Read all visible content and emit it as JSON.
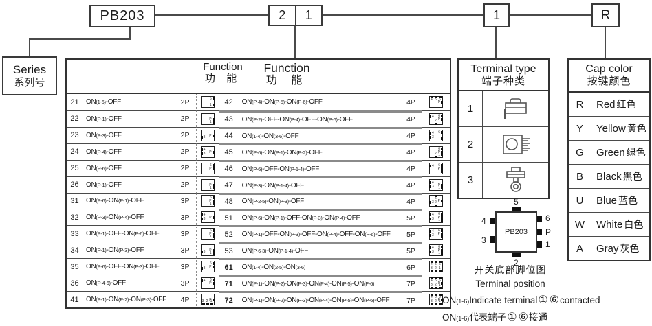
{
  "top": {
    "series_code": "PB203",
    "function_digit_left": "2",
    "function_digit_right": "1",
    "terminal_digit": "1",
    "cap_letter": "R"
  },
  "series_box": {
    "en": "Series",
    "zh": "系列号"
  },
  "function_table": {
    "headers": [
      {
        "en": "Function",
        "zh": "功  能"
      },
      {
        "en": "Function",
        "zh": "功  能"
      }
    ],
    "left_rows": [
      {
        "code": "21",
        "func": "ON(1-6)-OFF",
        "poles": "2P",
        "pins": {
          "right": [
            "6",
            "1"
          ]
        }
      },
      {
        "code": "22",
        "func": "ON(P-1)-OFF",
        "poles": "2P",
        "pins": {
          "right": [
            "P",
            "1"
          ]
        }
      },
      {
        "code": "23",
        "func": "ON(P-3)-OFF",
        "poles": "2P",
        "pins": {
          "left": [
            "3"
          ],
          "right": [
            "P"
          ]
        }
      },
      {
        "code": "24",
        "func": "ON(P-4)-OFF",
        "poles": "2P",
        "pins": {
          "left": [
            "4",
            "3"
          ],
          "right": [
            "P"
          ]
        }
      },
      {
        "code": "25",
        "func": "ON(P-6)-OFF",
        "poles": "2P",
        "pins": {
          "right": [
            "6",
            "P"
          ]
        }
      },
      {
        "code": "26",
        "func": "ON(P-1)-OFF",
        "poles": "2P",
        "pins": {
          "right": [
            "P",
            "1"
          ]
        }
      },
      {
        "code": "31",
        "func": "ON(P-6)-ON(P-1)-OFF",
        "poles": "3P",
        "pins": {
          "right": [
            "6",
            "P",
            "1"
          ]
        }
      },
      {
        "code": "32",
        "func": "ON(P-3)-ON(P-4)-OFF",
        "poles": "3P",
        "pins": {
          "left": [
            "4",
            "3"
          ],
          "right": [
            "P"
          ]
        }
      },
      {
        "code": "33",
        "func": "ON(P-1)-OFF-ON(P-6)-OFF",
        "poles": "3P",
        "pins": {
          "right": [
            "6",
            "P",
            "1"
          ]
        }
      },
      {
        "code": "34",
        "func": "ON(P-1)-ON(P-3)-OFF",
        "poles": "3P",
        "pins": {
          "left": [
            "3"
          ],
          "right": [
            "P",
            "1"
          ]
        }
      },
      {
        "code": "35",
        "func": "ON(P-6)-OFF-ON(P-3)-OFF",
        "poles": "3P",
        "pins": {
          "left": [
            "3"
          ],
          "right": [
            "6",
            "P"
          ]
        }
      },
      {
        "code": "36",
        "func": "ON(P-4-6)-OFF",
        "poles": "3P",
        "pins": {
          "left": [
            "4"
          ],
          "right": [
            "6",
            "P"
          ]
        }
      },
      {
        "code": "41",
        "func": "ON(P-1)-ON(P-2)-ON(P-3)-OFF",
        "poles": "4P",
        "pins": {
          "right": [
            "P"
          ],
          "bottom": [
            "3",
            "2",
            "1"
          ]
        }
      }
    ],
    "right_rows": [
      {
        "code": "42",
        "func": "ON(P-4)-ON(P-5)-ON(P-6)-OFF",
        "poles": "4P",
        "pins": {
          "top": [
            "4",
            "5",
            "6"
          ],
          "right": [
            "P"
          ]
        }
      },
      {
        "code": "43",
        "func": "ON(P-2)-OFF-ON(P-4)-OFF-ON(P-6)-OFF",
        "poles": "4P",
        "pins": {
          "left": [
            "4"
          ],
          "right": [
            "6",
            "P"
          ],
          "bottom": [
            "2"
          ]
        }
      },
      {
        "code": "44",
        "func": "ON(1-4)-ON(3-6)-OFF",
        "poles": "4P",
        "pins": {
          "left": [
            "4",
            "3"
          ],
          "right": [
            "6",
            "1"
          ]
        }
      },
      {
        "code": "45",
        "func": "ON(P-6)-ON(P-1)-ON(P-2)-OFF",
        "poles": "4P",
        "pins": {
          "right": [
            "6",
            "P",
            "1"
          ],
          "bottom": [
            "2"
          ]
        }
      },
      {
        "code": "46",
        "func": "ON(P-6)-OFF-ON(P-1-4)-OFF",
        "poles": "4P",
        "pins": {
          "left": [
            "4"
          ],
          "right": [
            "6",
            "P",
            "1"
          ]
        }
      },
      {
        "code": "47",
        "func": "ON(P-3)-ON(P-1-4)-OFF",
        "poles": "4P",
        "pins": {
          "left": [
            "4",
            "3"
          ],
          "right": [
            "P",
            "1"
          ]
        }
      },
      {
        "code": "48",
        "func": "ON(P-2-5)-ON(P-3)-OFF",
        "poles": "4P",
        "pins": {
          "top": [
            "5"
          ],
          "left": [
            "3"
          ],
          "right": [
            "P"
          ],
          "bottom": [
            "2"
          ]
        }
      },
      {
        "code": "51",
        "func": "ON(P-6)-ON(P-1)-OFF-ON(P-3)-ON(P-4)-OFF",
        "poles": "5P",
        "pins": {
          "left": [
            "4",
            "3"
          ],
          "right": [
            "6",
            "P",
            "1"
          ]
        }
      },
      {
        "code": "52",
        "func": "ON(P-1)-OFF-ON(P-3)-OFF-ON(P-4)-OFF-ON(P-6)-OFF",
        "poles": "5P",
        "pins": {
          "left": [
            "4",
            "3"
          ],
          "right": [
            "6",
            "P",
            "1"
          ]
        }
      },
      {
        "code": "53",
        "func": "ON(P-6-3)-ON(P-1-4)-OFF",
        "poles": "5P",
        "pins": {
          "left": [
            "4",
            "3"
          ],
          "right": [
            "6",
            "P",
            "1"
          ]
        }
      },
      {
        "code": "61",
        "bold": true,
        "func": "ON(1-4)-ON(2-5)-ON(3-6)",
        "poles": "6P",
        "pins": {
          "top": [
            "4",
            "5",
            "6"
          ],
          "bottom": [
            "3",
            "2",
            "1"
          ]
        }
      },
      {
        "code": "71",
        "bold": true,
        "func": "ON(P-1)-ON(P-2)-ON(P-3)-ON(P-4)-ON(P-5)-ON(P-6)",
        "poles": "7P",
        "pins": {
          "top": [
            "4",
            "5",
            "6"
          ],
          "right": [
            "P"
          ],
          "bottom": [
            "3",
            "2",
            "1"
          ]
        }
      },
      {
        "code": "72",
        "bold": true,
        "func": "ON(P-1)-ON(P-2)-ON(P-3)-ON(P-4)-ON(P-5)-ON(P-6)-OFF",
        "poles": "7P",
        "pins": {
          "top": [
            "4",
            "5",
            "6"
          ],
          "right": [
            "P"
          ],
          "bottom": [
            "3",
            "2",
            "1"
          ]
        }
      }
    ]
  },
  "terminal_type": {
    "title_en": "Terminal type",
    "title_zh": "端子种类",
    "rows": [
      {
        "num": "1",
        "icon": "pcb-terminal-side-icon"
      },
      {
        "num": "2",
        "icon": "snap-in-terminal-front-icon"
      },
      {
        "num": "3",
        "icon": "solder-lug-terminal-icon"
      }
    ]
  },
  "cap_color": {
    "title_en": "Cap color",
    "title_zh": "按键颜色",
    "rows": [
      {
        "code": "R",
        "en": "Red",
        "zh": "红色"
      },
      {
        "code": "Y",
        "en": "Yellow",
        "zh": "黄色"
      },
      {
        "code": "G",
        "en": "Green",
        "zh": "绿色"
      },
      {
        "code": "B",
        "en": "Black",
        "zh": "黑色"
      },
      {
        "code": "U",
        "en": "Blue",
        "zh": "蓝色"
      },
      {
        "code": "W",
        "en": "White",
        "zh": "白色"
      },
      {
        "code": "A",
        "en": "Gray",
        "zh": "灰色"
      }
    ]
  },
  "pin_diagram": {
    "chip_label": "PB203",
    "pin_top": "5",
    "pin_bottom": "2",
    "pins_left": [
      "4",
      "3"
    ],
    "pins_right": [
      "6",
      "P",
      "1"
    ],
    "caption_zh": "开关底部脚位图",
    "caption_en": "Terminal position"
  },
  "notes": [
    {
      "on": "ON",
      "sub": "(1-6)",
      "body": "Indicate terminal ",
      "c1": "①",
      "c2": "⑥",
      "tail": " contacted"
    },
    {
      "on": "ON",
      "sub": "(1-6)",
      "body": "代表端子  ",
      "c1": "①",
      "c2": "⑥",
      "tail": "  接通"
    }
  ]
}
